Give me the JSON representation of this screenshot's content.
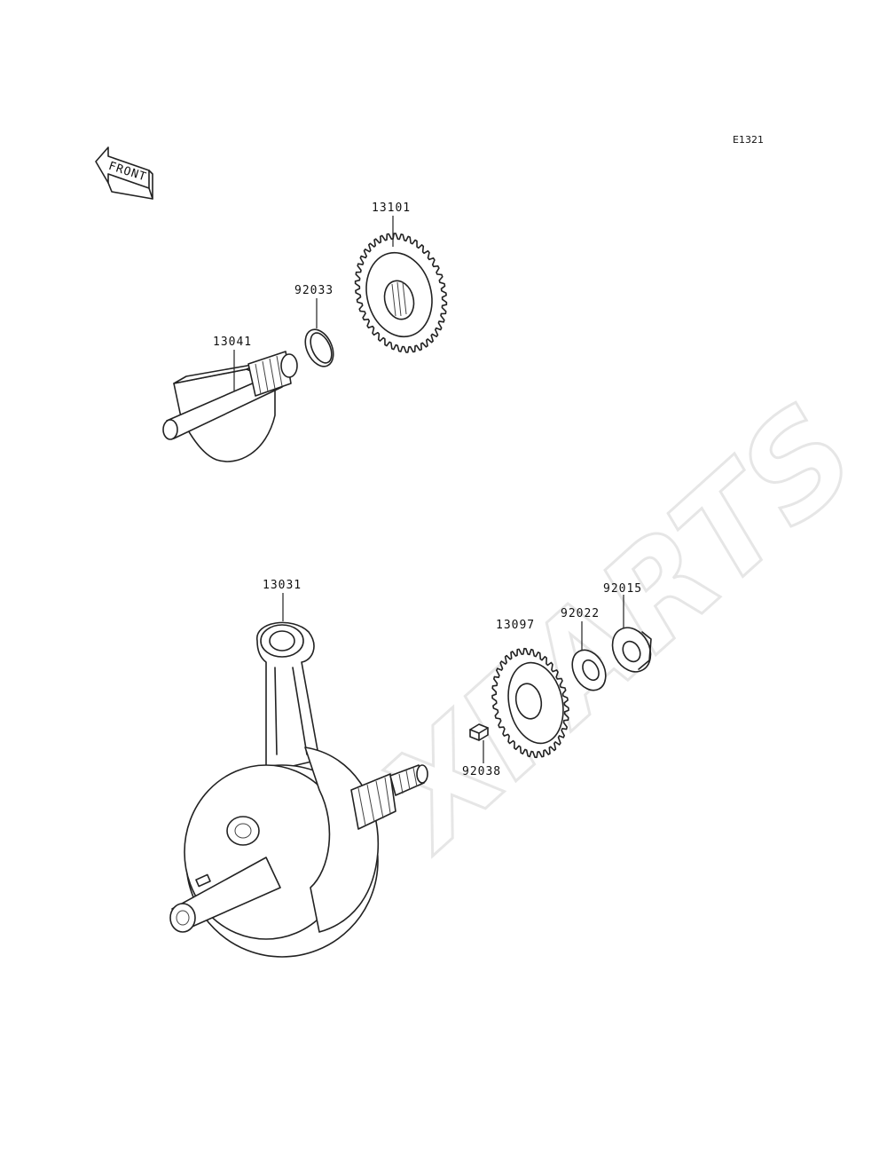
{
  "diagram": {
    "code": "E1321",
    "watermark": "XPARTS",
    "front_label": "FRONT",
    "parts": [
      {
        "id": "p13101",
        "number": "13101",
        "icon": "balancer-gear-icon"
      },
      {
        "id": "p92033",
        "number": "92033",
        "icon": "circlip-icon"
      },
      {
        "id": "p13041",
        "number": "13041",
        "icon": "balancer-shaft-icon"
      },
      {
        "id": "p13031",
        "number": "13031",
        "icon": "crankshaft-icon"
      },
      {
        "id": "p13097",
        "number": "13097",
        "icon": "crank-gear-icon"
      },
      {
        "id": "p92022",
        "number": "92022",
        "icon": "washer-icon"
      },
      {
        "id": "p92015",
        "number": "92015",
        "icon": "nut-icon"
      },
      {
        "id": "p92038",
        "number": "92038",
        "icon": "key-icon"
      }
    ]
  }
}
